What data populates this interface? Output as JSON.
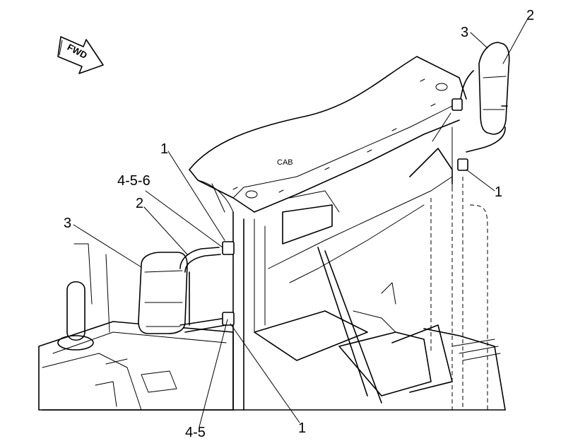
{
  "diagram": {
    "cab_label": "CAB",
    "fwd_label": "FWD",
    "callouts": {
      "right_top_2": "2",
      "right_top_3": "3",
      "right_mount_1": "1",
      "left_upper_1": "1",
      "left_4_5_6": "4-5-6",
      "left_2": "2",
      "left_3": "3",
      "left_lower_4_5": "4-5",
      "left_lower_1": "1"
    }
  }
}
